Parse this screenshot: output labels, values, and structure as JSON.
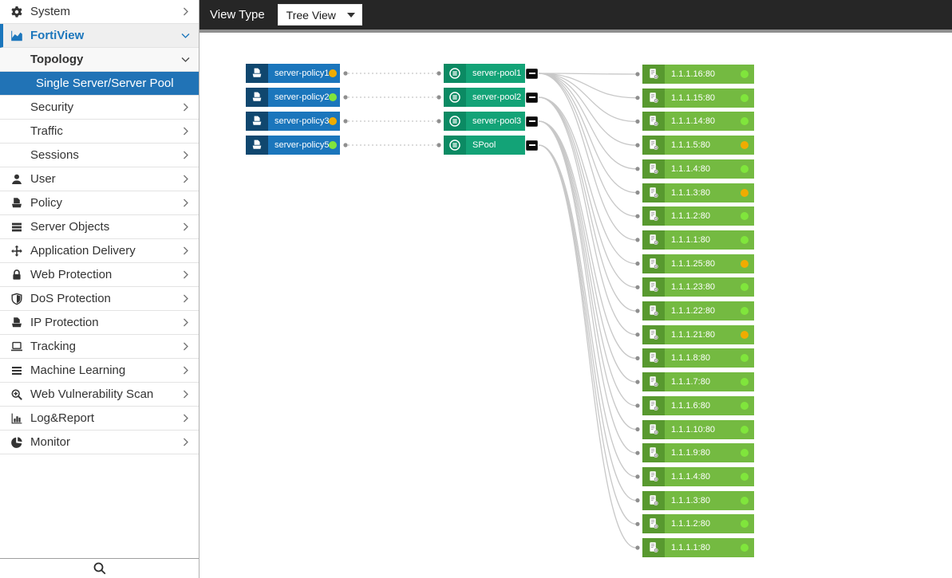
{
  "topbar": {
    "view_type_label": "View Type",
    "view_type_value": "Tree View"
  },
  "sidebar": {
    "items": [
      {
        "label": "System",
        "icon": "gear-icon",
        "chevron": "right",
        "type": "top"
      },
      {
        "label": "FortiView",
        "icon": "chart-area-icon",
        "chevron": "down",
        "type": "active"
      },
      {
        "label": "Topology",
        "icon": null,
        "chevron": "down",
        "type": "section"
      },
      {
        "label": "Single Server/Server Pool",
        "icon": null,
        "chevron": null,
        "type": "selected"
      },
      {
        "label": "Security",
        "icon": null,
        "chevron": "right",
        "type": "sub"
      },
      {
        "label": "Traffic",
        "icon": null,
        "chevron": "right",
        "type": "sub"
      },
      {
        "label": "Sessions",
        "icon": null,
        "chevron": "right",
        "type": "sub"
      },
      {
        "label": "User",
        "icon": "user-icon",
        "chevron": "right",
        "type": "top"
      },
      {
        "label": "Policy",
        "icon": "printer-icon",
        "chevron": "right",
        "type": "top"
      },
      {
        "label": "Server Objects",
        "icon": "server-stack-icon",
        "chevron": "right",
        "type": "top"
      },
      {
        "label": "Application Delivery",
        "icon": "move-arrows-icon",
        "chevron": "right",
        "type": "top"
      },
      {
        "label": "Web Protection",
        "icon": "lock-icon",
        "chevron": "right",
        "type": "top"
      },
      {
        "label": "DoS Protection",
        "icon": "shield-icon",
        "chevron": "right",
        "type": "top"
      },
      {
        "label": "IP Protection",
        "icon": "printer-icon",
        "chevron": "right",
        "type": "top"
      },
      {
        "label": "Tracking",
        "icon": "laptop-icon",
        "chevron": "right",
        "type": "top"
      },
      {
        "label": "Machine Learning",
        "icon": "menu-lines-icon",
        "chevron": "right",
        "type": "top"
      },
      {
        "label": "Web Vulnerability Scan",
        "icon": "magnifier-plus-icon",
        "chevron": "right",
        "type": "top"
      },
      {
        "label": "Log&Report",
        "icon": "bar-chart-icon",
        "chevron": "right",
        "type": "top"
      },
      {
        "label": "Monitor",
        "icon": "pie-chart-icon",
        "chevron": "right",
        "type": "top"
      }
    ],
    "footer_icon": "search-icon"
  },
  "topology": {
    "policies": [
      {
        "label": "server-policy1",
        "status": "warning",
        "icon": "policy-node-icon"
      },
      {
        "label": "server-policy2",
        "status": "ok",
        "icon": "policy-node-icon"
      },
      {
        "label": "server-policy3",
        "status": "warning",
        "icon": "policy-node-icon"
      },
      {
        "label": "server-policy5",
        "status": "ok",
        "icon": "policy-node-icon"
      }
    ],
    "pools": [
      {
        "label": "server-pool1",
        "icon": "pool-node-icon",
        "expander": "minus",
        "servers": [
          0,
          1,
          2,
          3,
          4,
          5,
          6,
          7
        ]
      },
      {
        "label": "server-pool2",
        "icon": "pool-node-icon",
        "expander": "minus",
        "servers": [
          8,
          9,
          10,
          11
        ]
      },
      {
        "label": "server-pool3",
        "icon": "pool-node-icon",
        "expander": "minus",
        "servers": [
          12,
          13,
          14,
          15,
          16
        ]
      },
      {
        "label": "SPool",
        "icon": "pool-node-icon",
        "expander": "minus",
        "servers": [
          17,
          18,
          19,
          20
        ]
      }
    ],
    "servers": [
      {
        "label": "1.1.1.16:80",
        "status": "ok",
        "icon": "server-node-icon"
      },
      {
        "label": "1.1.1.15:80",
        "status": "ok",
        "icon": "server-node-icon"
      },
      {
        "label": "1.1.1.14:80",
        "status": "ok",
        "icon": "server-node-icon"
      },
      {
        "label": "1.1.1.5:80",
        "status": "warning",
        "icon": "server-node-icon"
      },
      {
        "label": "1.1.1.4:80",
        "status": "ok",
        "icon": "server-node-icon"
      },
      {
        "label": "1.1.1.3:80",
        "status": "warning",
        "icon": "server-node-icon"
      },
      {
        "label": "1.1.1.2:80",
        "status": "ok",
        "icon": "server-node-icon"
      },
      {
        "label": "1.1.1.1:80",
        "status": "ok",
        "icon": "server-node-icon"
      },
      {
        "label": "1.1.1.25:80",
        "status": "warning",
        "icon": "server-node-icon"
      },
      {
        "label": "1.1.1.23:80",
        "status": "ok",
        "icon": "server-node-icon"
      },
      {
        "label": "1.1.1.22:80",
        "status": "ok",
        "icon": "server-node-icon"
      },
      {
        "label": "1.1.1.21:80",
        "status": "warning",
        "icon": "server-node-icon"
      },
      {
        "label": "1.1.1.8:80",
        "status": "ok",
        "icon": "server-node-icon"
      },
      {
        "label": "1.1.1.7:80",
        "status": "ok",
        "icon": "server-node-icon"
      },
      {
        "label": "1.1.1.6:80",
        "status": "ok",
        "icon": "server-node-icon"
      },
      {
        "label": "1.1.1.10:80",
        "status": "ok",
        "icon": "server-node-icon"
      },
      {
        "label": "1.1.1.9:80",
        "status": "ok",
        "icon": "server-node-icon"
      },
      {
        "label": "1.1.1.4:80",
        "status": "ok",
        "icon": "server-node-icon"
      },
      {
        "label": "1.1.1.3:80",
        "status": "ok",
        "icon": "server-node-icon"
      },
      {
        "label": "1.1.1.2:80",
        "status": "ok",
        "icon": "server-node-icon"
      },
      {
        "label": "1.1.1.1:80",
        "status": "ok",
        "icon": "server-node-icon"
      }
    ]
  },
  "colors": {
    "accent": "#2173b6",
    "sidebar_active_text": "#1b76bc",
    "policy_fill": "#1b76bc",
    "policy_icon_bg": "#10476f",
    "pool_fill": "#13a377",
    "pool_icon_bg": "#0b8a63",
    "server_fill": "#74ba41",
    "server_icon_bg": "#58992f",
    "status_ok": "#80e53c",
    "status_warning": "#f0ac00",
    "link_line": "#c8c8c8",
    "link_dot": "#8f8f8f",
    "topbar_bg": "#262626"
  }
}
